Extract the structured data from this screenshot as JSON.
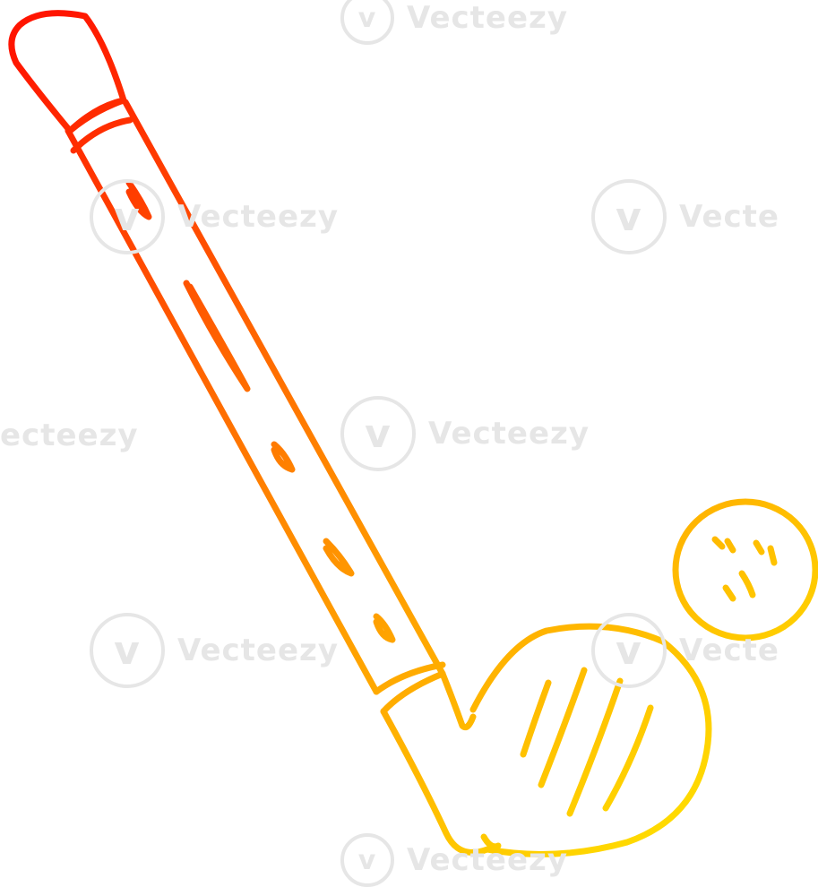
{
  "illustration": {
    "subject": "golf-club-and-ball",
    "style": "line-drawing",
    "gradient": {
      "start_color": "#ff1500",
      "mid_color": "#ff8a00",
      "end_color": "#ffe600"
    }
  },
  "watermark": {
    "text": "Vecteezy",
    "partial_left": "ecteezy",
    "partial_right": "Vecte",
    "glyph": "v",
    "color": "#e6e6e6"
  }
}
